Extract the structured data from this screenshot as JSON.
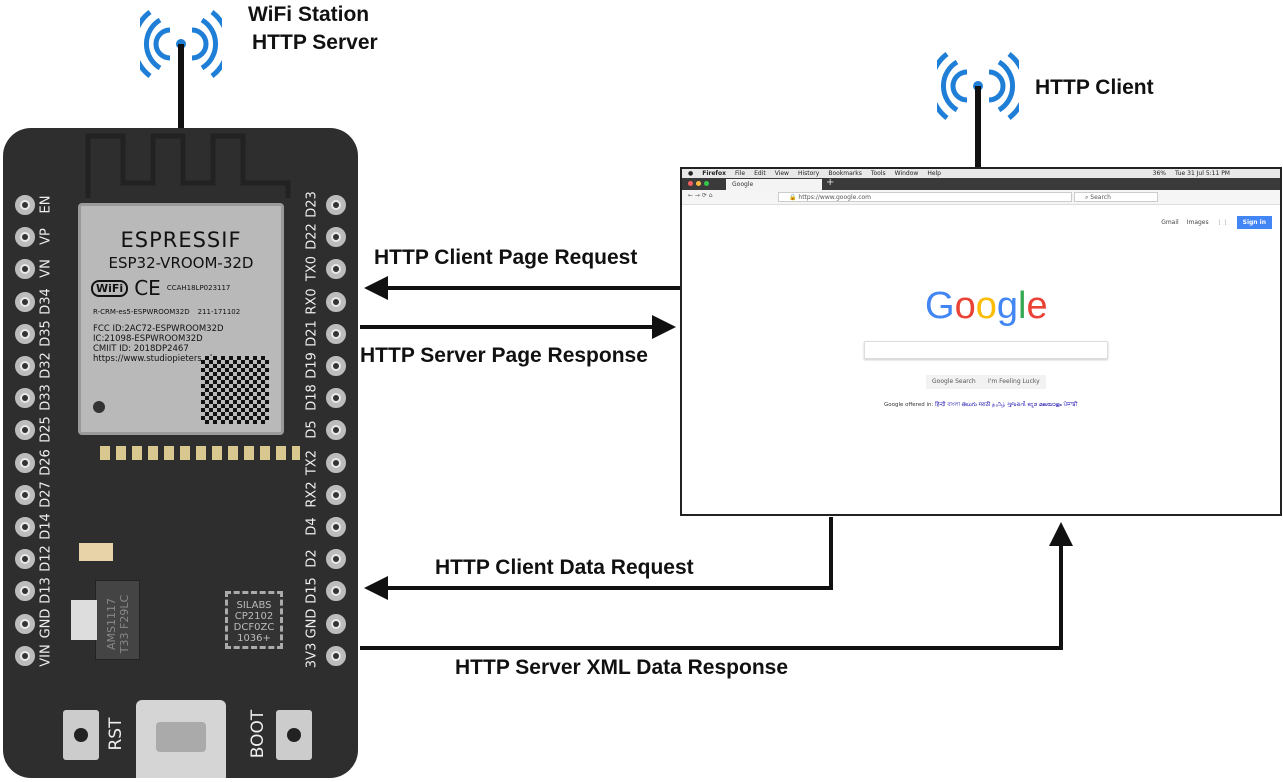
{
  "server": {
    "title_line1": "WiFi Station",
    "title_line2": "HTTP Server"
  },
  "client": {
    "title": "HTTP Client"
  },
  "arrows": {
    "page_request": "HTTP Client Page Request",
    "page_response": "HTTP Server Page Response",
    "data_request": "HTTP Client Data Request",
    "data_response": "HTTP Server XML Data Response"
  },
  "board": {
    "left_pins": [
      "EN",
      "VP",
      "VN",
      "D34",
      "D35",
      "D32",
      "D33",
      "D25",
      "D26",
      "D27",
      "D14",
      "D12",
      "D13",
      "GND",
      "VIN"
    ],
    "right_pins": [
      "D23",
      "D22",
      "TX0",
      "RX0",
      "D21",
      "D19",
      "D18",
      "D5",
      "TX2",
      "RX2",
      "D4",
      "D2",
      "D15",
      "GND",
      "3V3"
    ],
    "buttons": {
      "rst": "RST",
      "boot": "BOOT"
    },
    "module": {
      "brand": "ESPRESSIF",
      "model": "ESP32-VROOM-32D",
      "wifi": "WiFi",
      "ce": "CE",
      "ccah": "CCAH18LP023117",
      "kc": "R-CRM-es5-ESPWROOM32D",
      "jp": "211-171102",
      "fcc": "FCC ID:2AC72-ESPWROOM32D",
      "ic": "IC:21098-ESPWROOM32D",
      "cmiit": "CMIIT ID: 2018DP2467",
      "url": "https://www.studiopieters.nl"
    },
    "chip1": {
      "line1": "AMS1117",
      "line2": "T33 F29LC"
    },
    "chip2": {
      "line1": "SILABS",
      "line2": "CP2102",
      "line3": "DCF0ZC",
      "line4": "1036+"
    }
  },
  "browser": {
    "menu": [
      "Firefox",
      "File",
      "Edit",
      "View",
      "History",
      "Bookmarks",
      "Tools",
      "Window",
      "Help"
    ],
    "status": "Tue 31 Jul 5:11 PM",
    "battery": "36%",
    "tab": "Google",
    "url": "https://www.google.com",
    "search_placeholder": "Search",
    "links": [
      "Gmail",
      "Images"
    ],
    "sign_in": "Sign in",
    "logo": "Google",
    "btn_search": "Google Search",
    "btn_lucky": "I'm Feeling Lucky",
    "offered": "Google offered in:",
    "languages": "हिन्दी  বাংলা  తెలుగు  मराठी  தமிழ்  ગુજરાતી  ಕನ್ನಡ  മലയാളം  ਪੰਜਾਬੀ",
    "colors": {
      "blue": "#4285F4",
      "red": "#EA4335",
      "yellow": "#FBBC05",
      "green": "#34A853",
      "signin": "#4285F4"
    }
  }
}
